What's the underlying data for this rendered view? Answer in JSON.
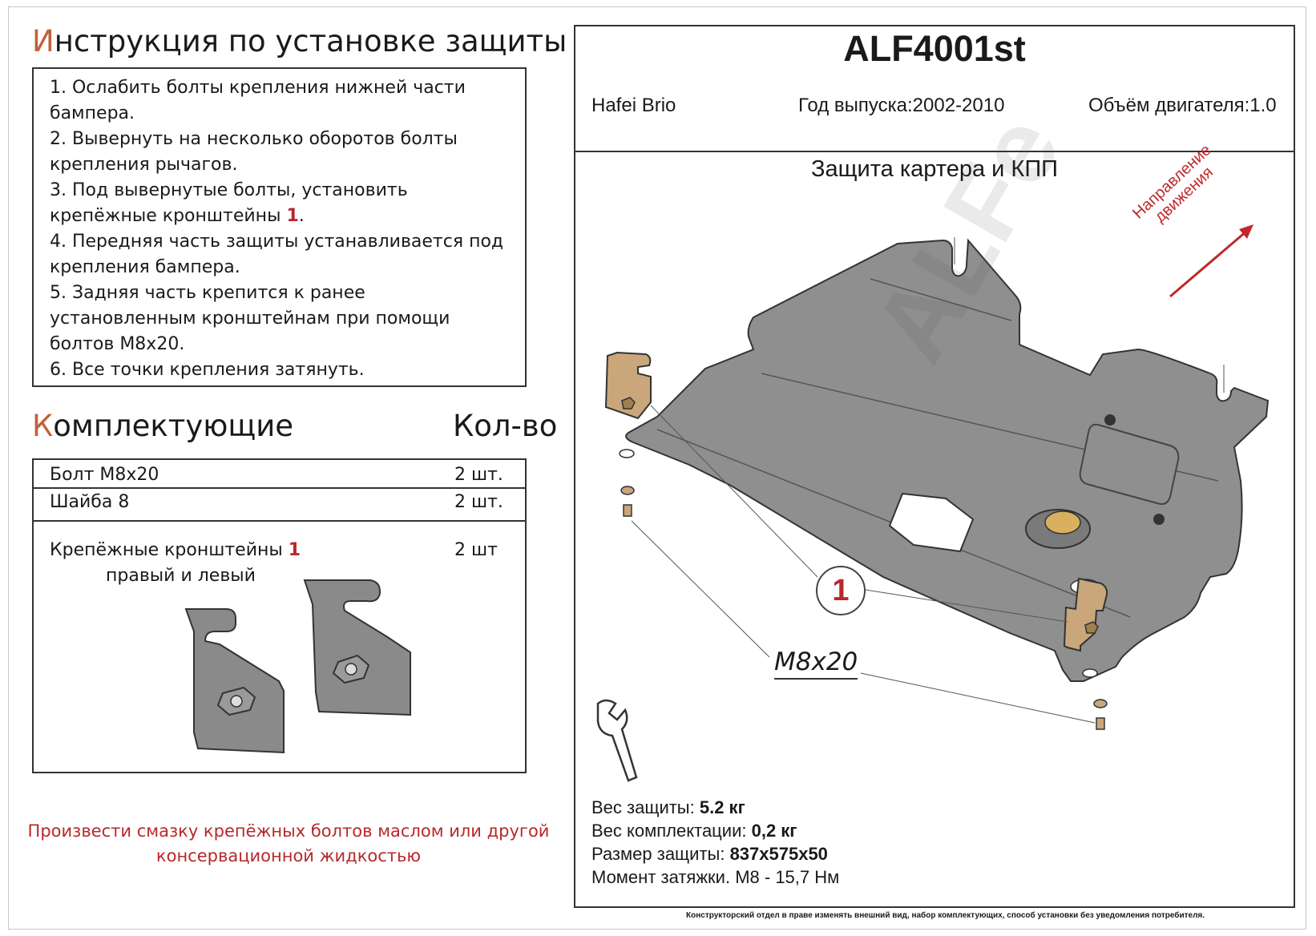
{
  "instructions": {
    "heading_first": "И",
    "heading_rest": "нструкция по установке защиты",
    "lines": [
      "1.  Ослабить болты крепления нижней части",
      "бампера.",
      "2.  Вывернуть на несколько оборотов болты",
      "крепления рычагов.",
      "3.  Под вывернутые болты, установить",
      "крепёжные кронштейны ",
      "4.  Передняя часть защиты устанавливается под",
      "крепления бампера.",
      "5.  Задняя часть крепится к ранее",
      "установленным кронштейнам при помощи",
      "болтов М8х20.",
      "6.  Все точки крепления затянуть."
    ],
    "bracket_ref": "1",
    "line6_end": "."
  },
  "kit": {
    "heading_first": "К",
    "heading_rest": "омплектующие",
    "qty_heading": "Кол-во",
    "items": [
      {
        "name": "Болт М8х20",
        "qty": "2 шт."
      },
      {
        "name": "Шайба 8",
        "qty": "2 шт."
      }
    ],
    "bracket_name": "Крепёжные кронштейны ",
    "bracket_ref": "1",
    "bracket_sub": "правый и левый",
    "bracket_qty": "2 шт"
  },
  "note": {
    "line1": "Произвести смазку крепёжных болтов маслом или другой",
    "line2": "консервационной жидкостью"
  },
  "product": {
    "code": "ALF4001st",
    "model": "Hafei Brio",
    "year": "Год выпуска:2002-2010",
    "engine": "Объём двигателя:1.0",
    "subtitle": "Защита картера и КПП",
    "direction_line1": "Направление",
    "direction_line2": "движения",
    "callout": "1",
    "bolt_label": "M8x20",
    "watermark": "ALFe"
  },
  "specs": {
    "weight_label": "Вес защиты: ",
    "weight_value": "5.2 кг",
    "kit_weight_label": "Вес комплектации: ",
    "kit_weight_value": "0,2 кг",
    "size_label": "Размер защиты: ",
    "size_value": "837х575х50",
    "torque_label": "Момент затяжки.  ",
    "torque_value": "М8 - 15,7 Нм"
  },
  "disclaimer": "Конструкторский отдел в праве изменять внешний вид, набор комплектующих, способ установки без уведомления потребителя.",
  "colors": {
    "accent_red": "#b8282b",
    "heading_orange": "#c0603a",
    "plate_gray": "#8a8a8a",
    "bracket_tan": "#c9a77a"
  }
}
